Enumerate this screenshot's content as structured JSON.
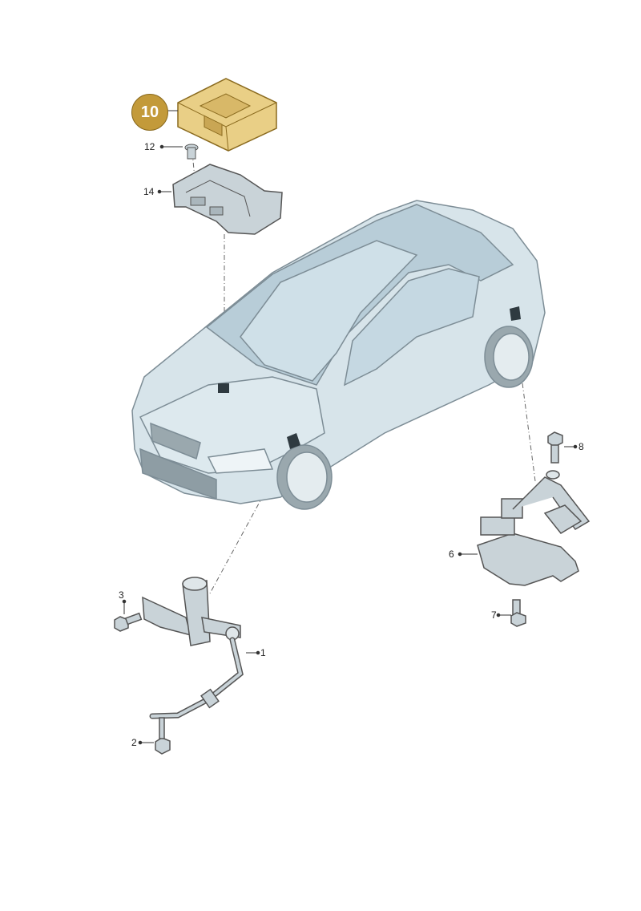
{
  "callouts": {
    "c1": "1",
    "c2": "2",
    "c3": "3",
    "c6": "6",
    "c7": "7",
    "c8": "8",
    "c10": "10",
    "c12": "12",
    "c14": "14"
  },
  "colors": {
    "highlight_fill": "#e9cf86",
    "highlight_badge": "#c39a3a",
    "car_fill": "#d7e4ea",
    "part_fill": "#c9d3d8",
    "stroke": "#555555"
  }
}
